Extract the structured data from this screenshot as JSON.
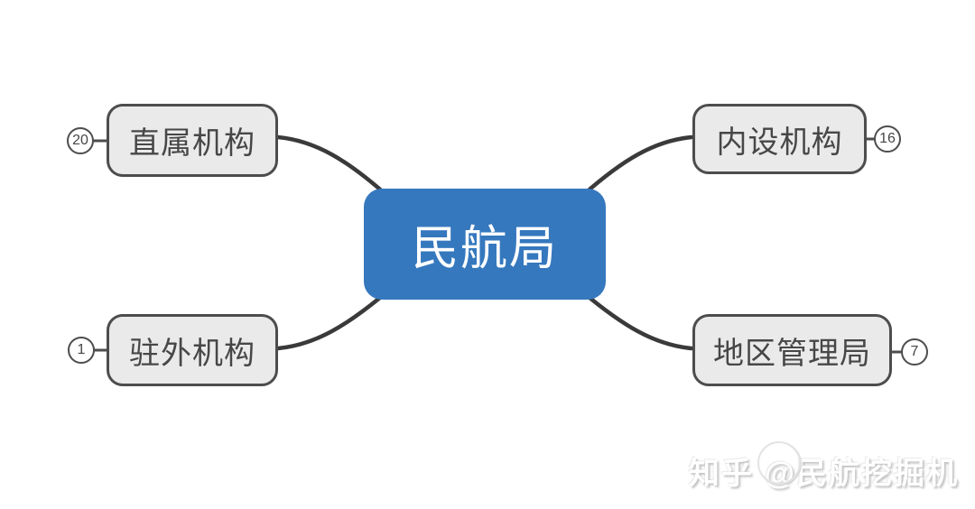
{
  "diagram": {
    "type": "mindmap",
    "root": {
      "label": "民航局",
      "fill_color": "#3578BE",
      "text_color": "#FFFFFF"
    },
    "branches": [
      {
        "label": "直属机构",
        "count": "20",
        "position": "top-left",
        "badge_side": "left"
      },
      {
        "label": "内设机构",
        "count": "16",
        "position": "top-right",
        "badge_side": "right"
      },
      {
        "label": "驻外机构",
        "count": "1",
        "position": "bottom-left",
        "badge_side": "left"
      },
      {
        "label": "地区管理局",
        "count": "7",
        "position": "bottom-right",
        "badge_side": "right"
      }
    ],
    "branch_fill_color": "#EAEAEA",
    "branch_border_color": "#4D4D4D",
    "connector_color": "#3A3A3A",
    "background_color": "#FFFFFF"
  },
  "watermark": {
    "site": "知乎",
    "handle": "@民航挖掘机"
  }
}
